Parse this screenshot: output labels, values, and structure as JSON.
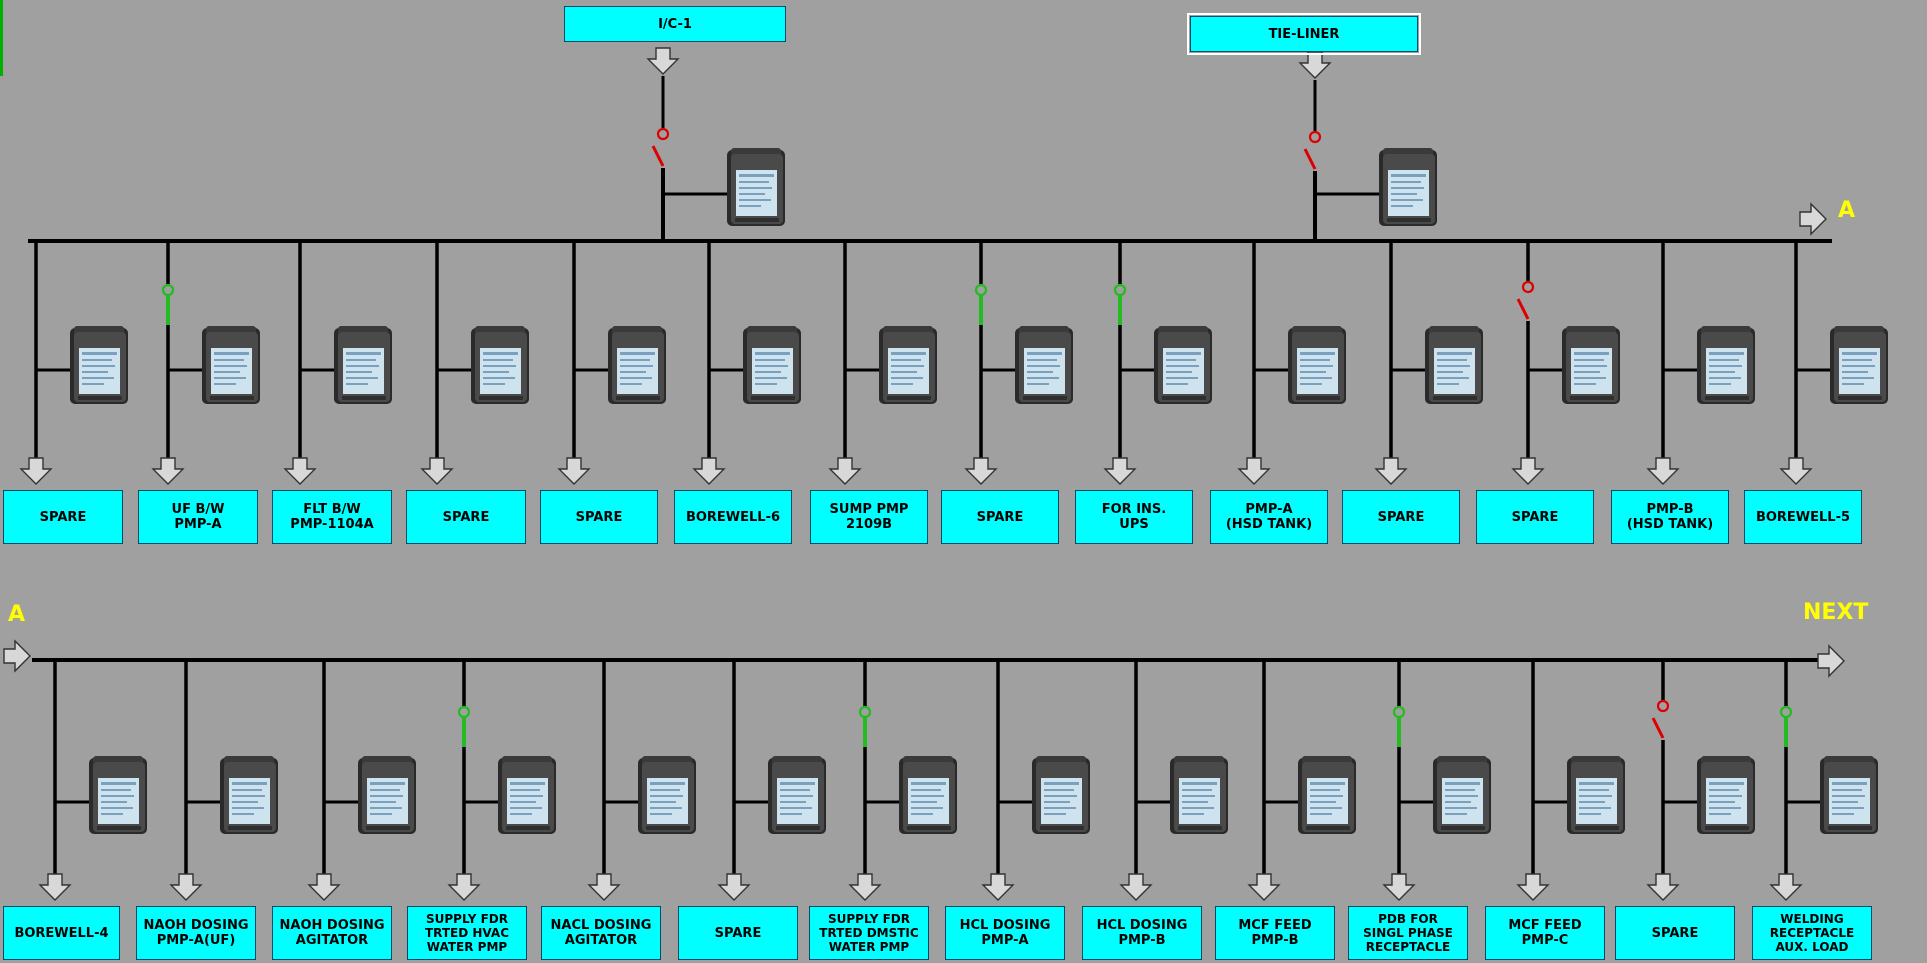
{
  "colors": {
    "background": "#a0a0a0",
    "label_fill": "#00ffff",
    "bus_line": "#000000",
    "breaker_open": "#dd0000",
    "breaker_closed": "#22bb22",
    "tag_text": "#ffff00",
    "arrow_fill": "#d8d8d8"
  },
  "incomers": [
    {
      "label": "I/C-1",
      "breaker": "open"
    },
    {
      "label": "TIE-LINER",
      "breaker": "open"
    }
  ],
  "bus_tags": {
    "row1_continue": "A",
    "row2_start": "A",
    "row2_next": "NEXT"
  },
  "row1_feeders": [
    {
      "label": "SPARE",
      "breaker": "none"
    },
    {
      "label": "UF B/W\nPMP-A",
      "breaker": "closed"
    },
    {
      "label": "FLT B/W\nPMP-1104A",
      "breaker": "none"
    },
    {
      "label": "SPARE",
      "breaker": "none"
    },
    {
      "label": "SPARE",
      "breaker": "none"
    },
    {
      "label": "BOREWELL-6",
      "breaker": "none"
    },
    {
      "label": "SUMP PMP\n2109B",
      "breaker": "none"
    },
    {
      "label": "SPARE",
      "breaker": "closed"
    },
    {
      "label": "FOR INS.\nUPS",
      "breaker": "closed"
    },
    {
      "label": "PMP-A\n(HSD TANK)",
      "breaker": "none"
    },
    {
      "label": "SPARE",
      "breaker": "none"
    },
    {
      "label": "SPARE",
      "breaker": "open"
    },
    {
      "label": "PMP-B\n(HSD TANK)",
      "breaker": "none"
    },
    {
      "label": "BOREWELL-5",
      "breaker": "none"
    }
  ],
  "row2_feeders": [
    {
      "label": "BOREWELL-4",
      "breaker": "none"
    },
    {
      "label": "NAOH DOSING\nPMP-A(UF)",
      "breaker": "none"
    },
    {
      "label": "NAOH DOSING\nAGITATOR",
      "breaker": "none"
    },
    {
      "label": "SUPPLY FDR\nTRTED HVAC\nWATER PMP",
      "breaker": "closed"
    },
    {
      "label": "NACL DOSING\nAGITATOR",
      "breaker": "none"
    },
    {
      "label": "SPARE",
      "breaker": "none"
    },
    {
      "label": "SUPPLY FDR\nTRTED DMSTIC\nWATER PMP",
      "breaker": "closed"
    },
    {
      "label": "HCL DOSING\nPMP-A",
      "breaker": "none"
    },
    {
      "label": "HCL DOSING\nPMP-B",
      "breaker": "none"
    },
    {
      "label": "MCF FEED\nPMP-B",
      "breaker": "none"
    },
    {
      "label": "PDB FOR\nSINGL PHASE\nRECEPTACLE",
      "breaker": "closed"
    },
    {
      "label": "MCF FEED\nPMP-C",
      "breaker": "none"
    },
    {
      "label": "SPARE",
      "breaker": "open"
    },
    {
      "label": "WELDING\nRECEPTACLE\nAUX. LOAD",
      "breaker": "closed"
    }
  ]
}
